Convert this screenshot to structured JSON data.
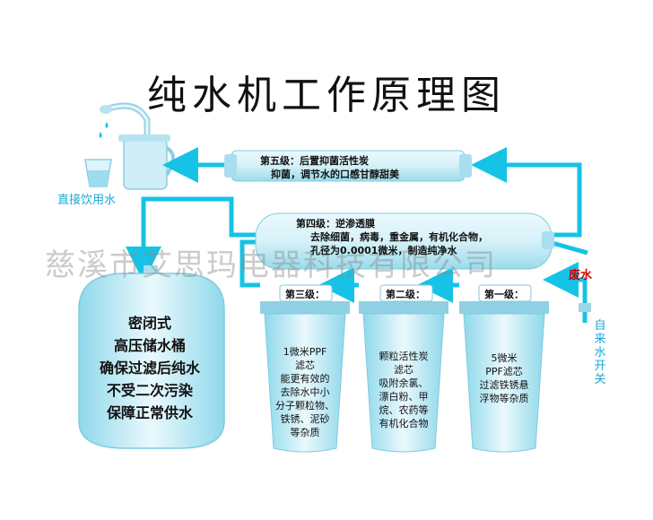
{
  "title": "纯水机工作原理图",
  "watermark": "慈溪市艾思玛电器科技有限公司",
  "labels": {
    "drinking_water": "直接饮用水",
    "waste_water": "废水",
    "tap_water_switch": "自来水开关"
  },
  "stage5": {
    "name": "第五级：后置抑菌活性炭",
    "desc": "抑菌，调节水的口感甘醇甜美"
  },
  "stage4": {
    "name": "第四级：逆渗透膜",
    "desc1": "去除细菌，病毒，重金属，有机化合物，",
    "desc2": "孔径为0.0001微米，制造纯净水"
  },
  "filters": [
    {
      "stage": "第三级：",
      "lines": [
        "1微米PPF",
        "滤芯",
        "能更有效的",
        "去除水中小",
        "分子颗粒物、",
        "铁锈、泥砂",
        "等杂质"
      ]
    },
    {
      "stage": "第二级：",
      "lines": [
        "颗粒活性炭",
        "滤芯",
        "吸附余氯、",
        "漂白粉、甲",
        "烷、农药等",
        "有机化合物"
      ]
    },
    {
      "stage": "第一级：",
      "lines": [
        "5微米",
        "PPF滤芯",
        "过滤铁锈悬",
        "浮物等杂质"
      ]
    }
  ],
  "tank": {
    "lines": [
      "密闭式",
      "高压储水桶",
      "确保过滤后纯水",
      "不受二次污染",
      "保障正常供水"
    ]
  },
  "colors": {
    "pipe": "#16c3e6",
    "container_fill": "#cdeef6",
    "container_dark": "#7fd0e6",
    "accent_red": "#d10000"
  }
}
